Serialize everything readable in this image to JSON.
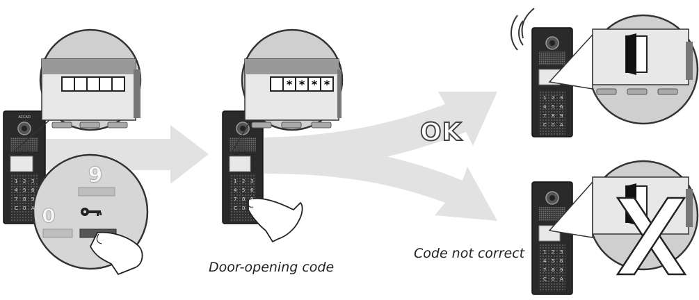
{
  "captions": {
    "door_opening_code": "Door-opening code",
    "code_not_correct": "Code not correct",
    "ok": "OK"
  },
  "brand_label": "ACCAD",
  "keypad_digits": [
    "1",
    "2",
    "3",
    "4",
    "5",
    "6",
    "7",
    "8",
    "9",
    "C",
    "0",
    "A"
  ],
  "zoom_digits": {
    "nine": "9",
    "zero": "0"
  },
  "masked_code": [
    "",
    "*",
    "*",
    "*",
    "*"
  ],
  "icons": [
    "key-icon",
    "door-open-icon",
    "cross-icon",
    "signal-waves-icon",
    "hand-icon"
  ],
  "colors": {
    "arrow": "#e2e2e2",
    "panel": "#2a2a2a",
    "screen": "#d9d9d9",
    "outline": "#333333"
  }
}
